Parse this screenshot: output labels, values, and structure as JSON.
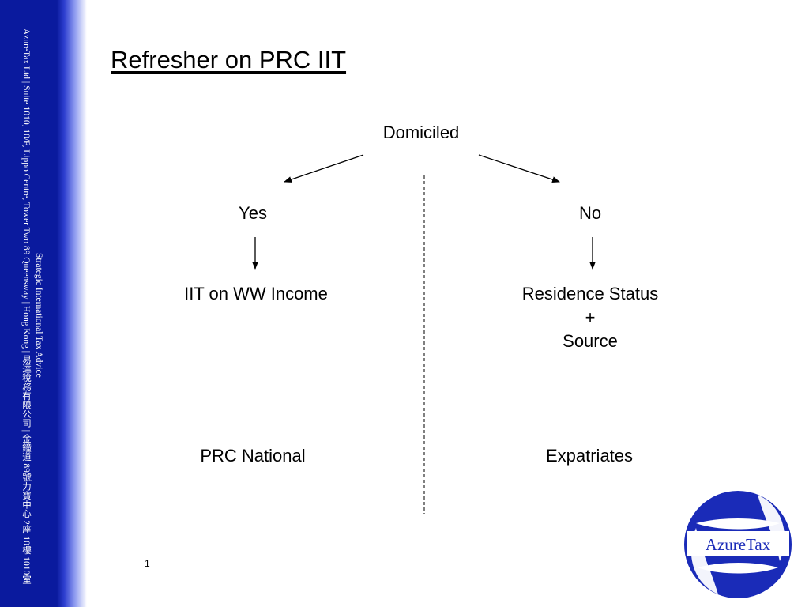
{
  "sidebar": {
    "line1": "AzureTax Ltd  |  Suite 1010, 10/F, Lippo Centre, Tower Two 89 Queensway  |  Hong Kong  |  易達稅務有限公司  |  金鐘道 89號力寶中心 2座 10樓 1010室",
    "line2": "Strategic International Tax Advice"
  },
  "title": "Refresher on PRC IIT",
  "diagram": {
    "root": "Domiciled",
    "left_branch": "Yes",
    "right_branch": "No",
    "left_result": "IIT on WW Income",
    "right_result_line1": "Residence Status",
    "right_result_line2": "+",
    "right_result_line3": "Source",
    "left_category": "PRC National",
    "right_category": "Expatriates"
  },
  "page_number": "1",
  "logo": {
    "text": "AzureTax",
    "color": "#1a2bb8"
  }
}
